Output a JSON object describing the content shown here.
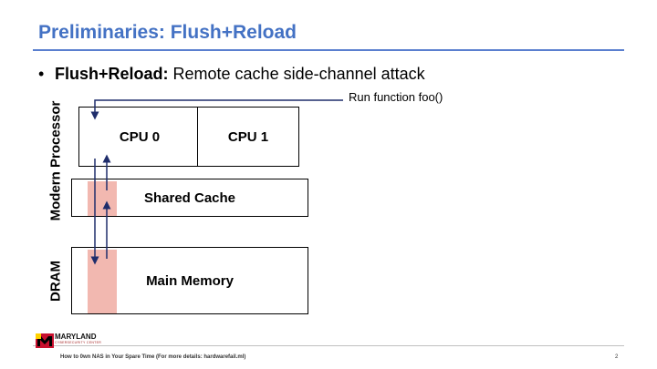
{
  "slide": {
    "title": "Preliminaries: Flush+Reload",
    "bullet_marker": "•",
    "bullet_bold": "Flush+Reload:",
    "bullet_rest": " Remote cache side-channel attack"
  },
  "diagram": {
    "cpu0": "CPU 0",
    "cpu1": "CPU 1",
    "shared_cache": "Shared Cache",
    "main_memory": "Main Memory",
    "label_processor": "Modern Processor",
    "label_dram": "DRAM",
    "run_function": "Run function foo()"
  },
  "footer": {
    "org_name": "MARYLAND",
    "org_sub": "CYBERSECURITY CENTER",
    "talk": "How to 0wn NAS in Your Spare Time (For more details: hardwarefail.ml)",
    "page": "2"
  },
  "colors": {
    "title": "#4472c4",
    "arrow": "#1f2d6b",
    "highlight": "#f2b8b0"
  }
}
